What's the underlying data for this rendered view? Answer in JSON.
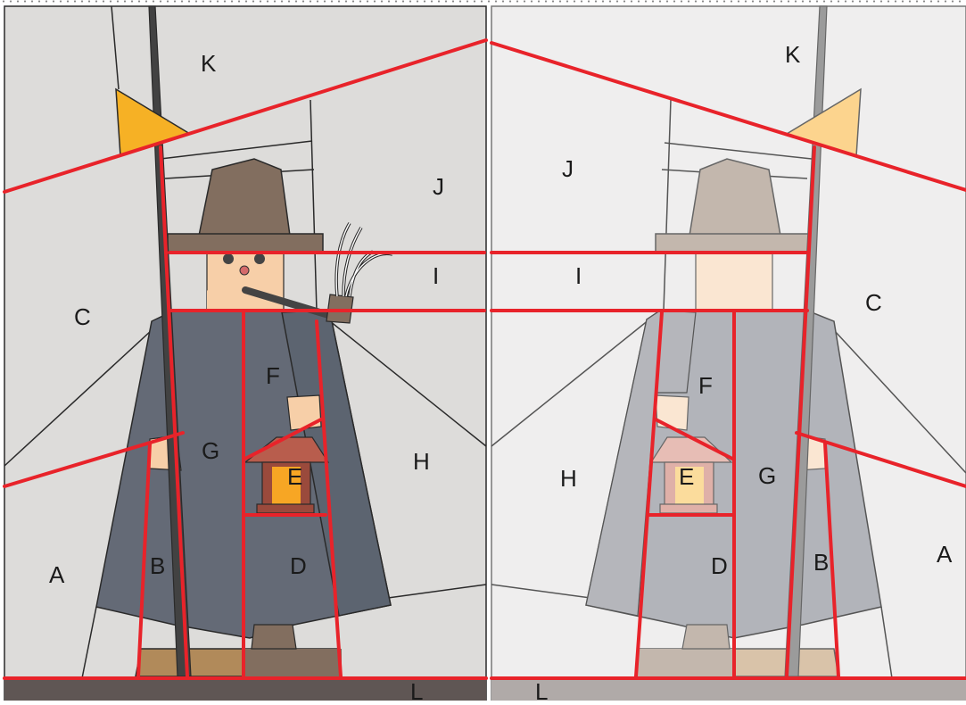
{
  "title": "",
  "panels": [
    {
      "id": "left-pattern",
      "section_labels": [
        "K",
        "J",
        "C",
        "I",
        "F",
        "G",
        "E",
        "H",
        "A",
        "B",
        "D",
        "L"
      ]
    },
    {
      "id": "right-pattern-mirrored",
      "section_labels": [
        "K",
        "J",
        "I",
        "C",
        "F",
        "H",
        "E",
        "G",
        "B",
        "A",
        "D",
        "L"
      ]
    }
  ],
  "colors": {
    "background_left": "#dddcda",
    "background_right": "#efeeee",
    "seam_line": "#e8232a",
    "cloak_left": "#646a76",
    "cloak_left_shadow": "#5c6470",
    "cloak_right": "#b2b4ba",
    "hat_left": "#826e5f",
    "hat_right": "#c3b7ad",
    "face_left": "#f7cfa8",
    "face_right": "#fae6d2",
    "pennant_left": "#f6b125",
    "pennant_right": "#fcd48e",
    "lantern_left": "#9a4a3c",
    "lantern_glow_left": "#f7a624",
    "lantern_right": "#dfb0a8",
    "lantern_glow_right": "#fbdc9c",
    "floor_left": "#5f5654",
    "floor_right": "#b0aaa8",
    "boots_left": "#b18a5a",
    "boots_right": "#d9c3a9"
  },
  "icons": [
    "pole-icon",
    "pennant-icon",
    "hat-icon",
    "lantern-icon",
    "pipe-icon"
  ]
}
